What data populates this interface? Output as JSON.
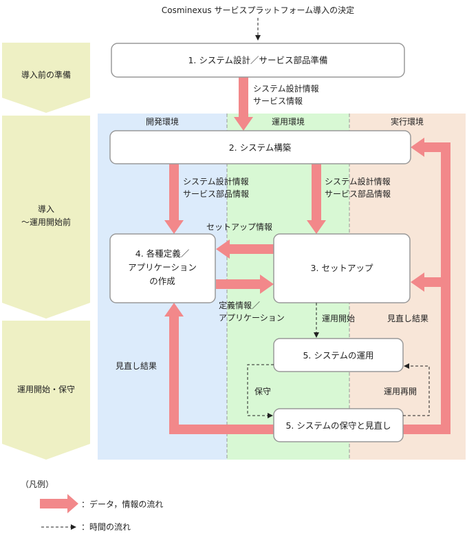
{
  "title": "Cosminexus サービスプラットフォーム導入の決定",
  "phases": [
    {
      "label": "導入前の準備"
    },
    {
      "label_line1": "導入",
      "label_line2": "～運用開始前"
    },
    {
      "label": "運用開始・保守"
    }
  ],
  "environments": {
    "dev": "開発環境",
    "ops": "運用環境",
    "exec": "実行環境"
  },
  "boxes": {
    "design": "1. システム設計／サービス部品準備",
    "build": "2. システム構築",
    "define_line1": "4. 各種定義／",
    "define_line2": "アプリケーション",
    "define_line3": "の作成",
    "setup": "3. セットアップ",
    "operate": "5. システムの運用",
    "maintain": "5. システムの保守と見直し"
  },
  "flow_labels": {
    "design_info_1": "システム設計情報",
    "design_info_2": "サービス情報",
    "left_info_1": "システム設計情報",
    "left_info_2": "サービス部品情報",
    "right_info_1": "システム設計情報",
    "right_info_2": "サービス部品情報",
    "setup_info": "セットアップ情報",
    "definition_1": "定義情報／",
    "definition_2": "アプリケーション",
    "start_ops": "運用開始",
    "review_result_right": "見直し結果",
    "review_result_left": "見直し結果",
    "maintenance": "保守",
    "resume_ops": "運用再開"
  },
  "legend": {
    "title": "（凡例）",
    "data_flow": "：データ，情報の流れ",
    "time_flow": "：時間の流れ"
  },
  "colors": {
    "phase_fill": "#eef0c4",
    "dev_env": "#dcebfb",
    "ops_env": "#d8f8d4",
    "exec_env": "#f8e6d8",
    "arrow": "#f2888a",
    "box_border": "#999999"
  }
}
